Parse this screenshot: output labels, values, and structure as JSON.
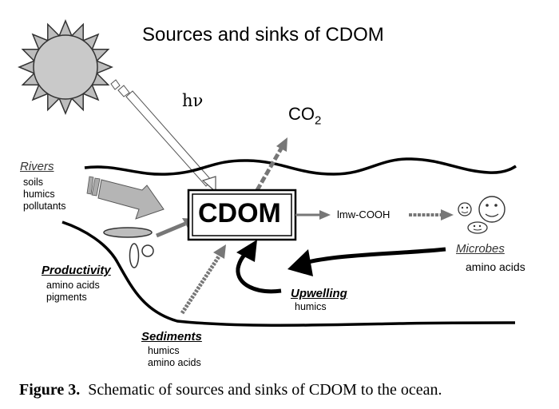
{
  "diagram": {
    "title": "Sources and sinks of CDOM",
    "light_label": "hν",
    "co2": {
      "base": "CO",
      "sub": "2"
    },
    "center_label": "CDOM",
    "lmw_label": "lmw-COOH",
    "rivers": {
      "heading": "Rivers",
      "items": [
        "soils",
        "humics",
        "pollutants"
      ]
    },
    "productivity": {
      "heading": "Productivity",
      "items": [
        "amino acids",
        "pigments"
      ]
    },
    "sediments": {
      "heading": "Sediments",
      "items": [
        "humics",
        "amino acids"
      ]
    },
    "upwelling": {
      "heading": "Upwelling",
      "items": [
        "humics"
      ]
    },
    "microbes": {
      "heading": "Microbes",
      "items": [
        "amino acids"
      ]
    }
  },
  "caption": {
    "prefix": "Figure 3.",
    "text": "Schematic of sources and sinks of CDOM to the ocean."
  },
  "colors": {
    "arrow_gray": "#777777",
    "sun_fill": "#c9c9c9",
    "ink": "#000000"
  }
}
